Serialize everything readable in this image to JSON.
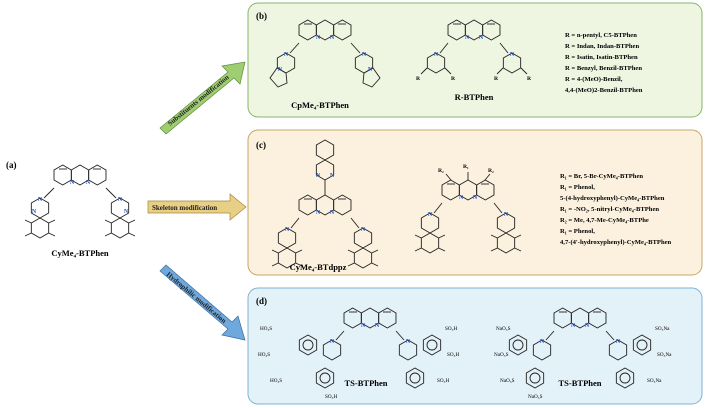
{
  "labels": {
    "a": "(a)",
    "b": "(b)",
    "c": "(c)",
    "d": "(d)"
  },
  "molecules": {
    "cyme4_btphen": "CyMe₄-BTPhen",
    "cpme4_btphen": "CpMe₄-BTPhen",
    "r_btphen": "R-BTPhen",
    "cyme4_btdppz": "CyMe₄-BTdppz",
    "ts_btphen_acid": "TS-BTPhen",
    "ts_btphen_salt": "TS-BTPhen"
  },
  "arrows": {
    "substituents": "Substituents modification",
    "skeleton": "Skeleton modification",
    "hydrophilic": "Hydrophilic modification"
  },
  "panel_b_list": [
    "R = n-pentyl, C5-BTPhen",
    "R = Indan, Indan-BTPhen",
    "R = Isatin, Isatin-BTPhen",
    "R = Benzyl, Benzil-BTPhen",
    "R = 4-(MeO)-Benzil,",
    "4,4-(MeO)2-Benzil-BTPhen"
  ],
  "panel_c_list": [
    "R₁ = Br, 5-Br-CyMe₄-BTPhen",
    "R₁ = Phenol,",
    "5-(4-hydroxyphenyl)-CyMe₄-BTPhen",
    "R₁ = -NO₂, 5-nitryl-CyMe₄-BTPhen",
    "R₂ = Me, 4,7-Me-CyMe₄-BTPhe",
    "R₁ = Phenol,",
    "4,7-(4'-hydroxyphenyl)-CyMe₄-BTPhen"
  ],
  "atoms": {
    "N": "N",
    "R": "R",
    "R1": "R₁",
    "R2": "R₂",
    "SO3H": "SO₃H",
    "HO3S": "HO₃S",
    "SO3Na": "SO₃Na",
    "NaO3S": "NaO₃S"
  },
  "colors": {
    "panel_b_fill": "#eef5e1",
    "panel_b_stroke": "#8ab56a",
    "panel_c_fill": "#fbf1de",
    "panel_c_stroke": "#c7a66a",
    "panel_d_fill": "#e3f1f8",
    "panel_d_stroke": "#7fb3d0",
    "arrow_green": "#9fce72",
    "arrow_tan": "#e8cf86",
    "arrow_blue": "#6fa8dc",
    "nitrogen": "#1f4fbf"
  }
}
